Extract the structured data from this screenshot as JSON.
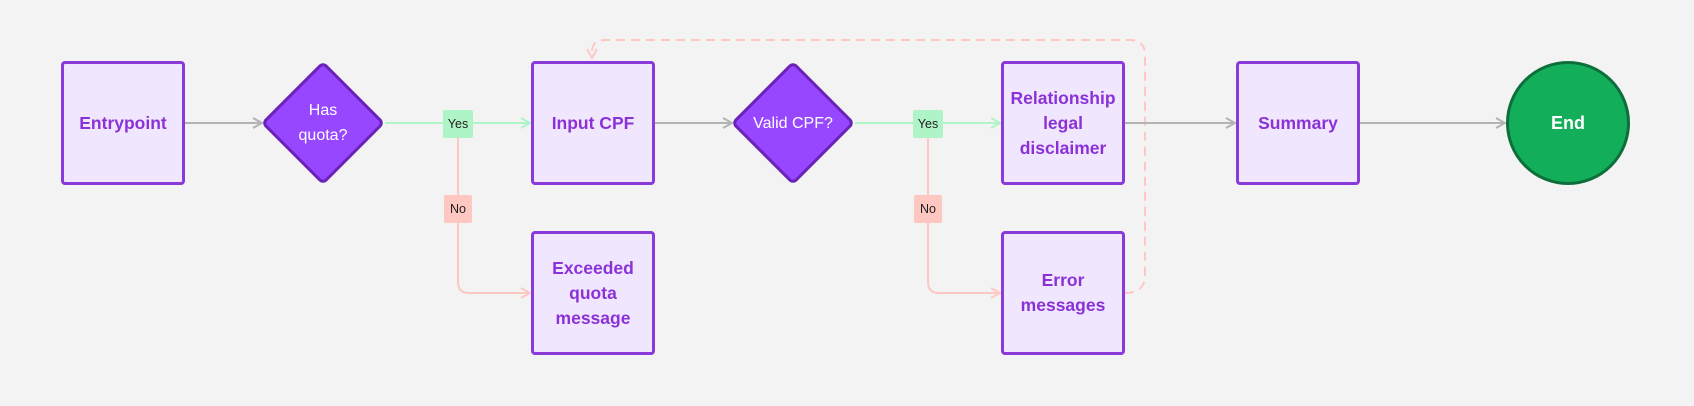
{
  "nodes": {
    "entrypoint": "Entrypoint",
    "has_quota": "Has quota?",
    "input_cpf": "Input CPF",
    "exceeded_quota": "Exceeded quota message",
    "valid_cpf": "Valid CPF?",
    "relationship": "Relationship legal disclaimer",
    "error_messages": "Error messages",
    "summary": "Summary",
    "end": "End"
  },
  "edge_labels": {
    "quota_yes": "Yes",
    "quota_no": "No",
    "cpf_yes": "Yes",
    "cpf_no": "No"
  },
  "colors": {
    "process_fill": "#f0e6fd",
    "process_border": "#8a3ad8",
    "decision_fill": "#9747ff",
    "end_fill": "#13ae5a",
    "edge_default": "#b3b3b3",
    "edge_yes": "#aff4c6",
    "edge_no": "#ffc7c2"
  }
}
